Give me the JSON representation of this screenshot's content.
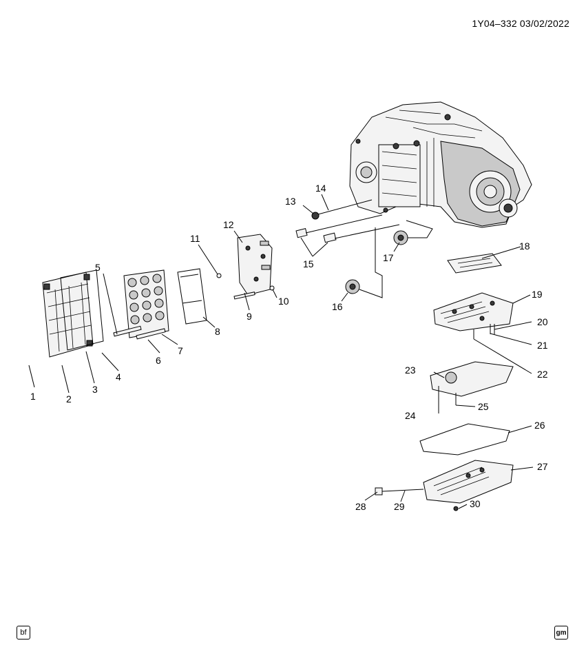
{
  "header": {
    "reference": "1Y04–332  03/02/2022"
  },
  "badges": {
    "left": "bf",
    "right": "gm"
  },
  "callouts": [
    "1",
    "2",
    "3",
    "4",
    "5",
    "6",
    "7",
    "8",
    "9",
    "10",
    "11",
    "12",
    "13",
    "14",
    "15",
    "16",
    "17",
    "18",
    "19",
    "20",
    "21",
    "22",
    "23",
    "24",
    "25",
    "26",
    "27",
    "28",
    "29",
    "30"
  ]
}
